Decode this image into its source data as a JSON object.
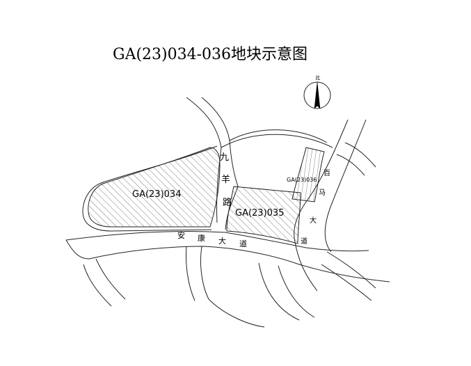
{
  "title": "GA(23)034-036地块示意图",
  "north_label": "北",
  "plots": [
    {
      "id": "034",
      "label": "GA(23)034"
    },
    {
      "id": "035",
      "label": "GA(23)035"
    },
    {
      "id": "036",
      "label": "GA(23)036"
    }
  ],
  "roads": {
    "jiuyang": [
      "九",
      "羊",
      "路"
    ],
    "ankang": [
      "安",
      "康",
      "大",
      "道"
    ],
    "baima": [
      "百",
      "马",
      "大",
      "道"
    ]
  }
}
